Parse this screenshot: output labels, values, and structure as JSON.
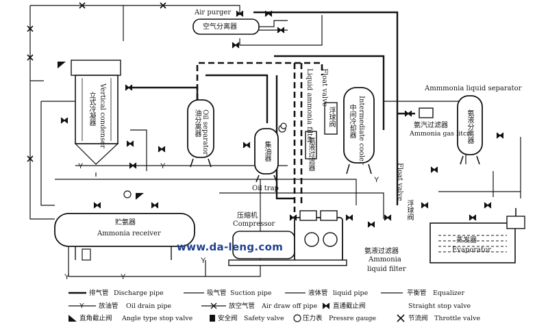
{
  "labels": {
    "air_purger": "Air purger",
    "air_separator_cn": "空气分离器",
    "vertical_condenser": "Vertical condenser",
    "vertical_condenser_cn": "立式冷凝器",
    "oil_separator": "Oil separator",
    "oil_separator_cn": "油分离器",
    "oil_trap": "Oil trap",
    "oil_trap_cn": "集油器",
    "liquid_ammonia_filter": "Liquid ammonia filter",
    "liquid_ammonia_filter_cn": "氨液过滤器",
    "float_valve_top": "Float valve",
    "float_valve_top_cn": "浮球阀",
    "intermediate_cooler": "Intermediate cooler",
    "intermediate_cooler_cn": "中间冷却器",
    "ammonia_liquid_separator": "Ammmonia liquid separator",
    "ammonia_liquid_separator_cn": "氨液分离器",
    "ammonia_gas_filter_cn": "氨汽过滤器",
    "ammonia_gas_filter": "Ammonia gas litcr",
    "ammonia_receiver": "Ammonia receiver",
    "ammonia_receiver_cn": "贮氨器",
    "compressor_cn": "压缩机",
    "compressor": "Compressor",
    "float_valve_right": "Float valve",
    "float_valve_right_cn": "浮球阀",
    "ammonia_liquid_filter_bottom_cn": "氨液过滤器",
    "ammonia_liquid_filter_bottom_1": "Ammonia",
    "ammonia_liquid_filter_bottom_2": "liquid filter",
    "evaporator_cn": "蒸发器",
    "evaporator": "Evaporator",
    "watermark": "www.da-leng.com"
  },
  "legend": {
    "discharge_cn": "排气管",
    "discharge_en": "Discharge pipe",
    "suction_cn": "吸气管",
    "suction_en": "Suction pipe",
    "liquid_cn": "液体管",
    "liquid_en": "liquid pipe",
    "equalizer_cn": "平衡管",
    "equalizer_en": "Equalizer",
    "oil_drain_cn": "放油管",
    "oil_drain_en": "Oil drain pipe",
    "air_draw_cn": "放空气管",
    "air_draw_en": "Air draw off pipe",
    "straight_stop_cn": "直通截止阀",
    "straight_stop_en": "Straight stop valve",
    "angle_stop_cn": "直角截止阀",
    "angle_stop_en": "Angle type stop valve",
    "safety_cn": "安全阀",
    "safety_en": "Safety valve",
    "pressure_cn": "压力表",
    "pressure_en": "Pressre gauge",
    "throttle_cn": "节流阀",
    "throttle_en": "Throttle valve"
  }
}
